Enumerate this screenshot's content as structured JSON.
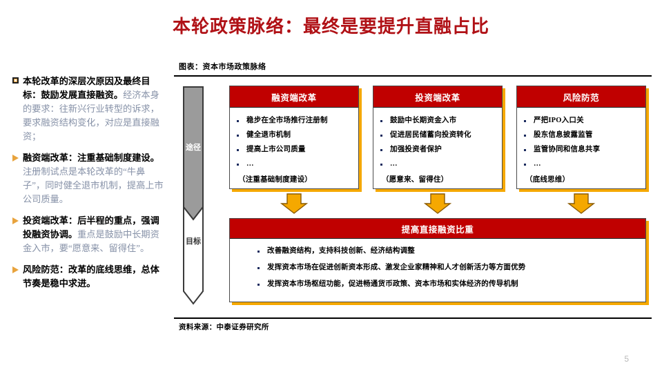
{
  "slide": {
    "title": "本轮政策脉络：最终是要提升直融占比",
    "page_number": "5",
    "title_color": "#B01116"
  },
  "sidebar": {
    "blocks": [
      {
        "bullet": "square-bullet",
        "strong": "本轮改革的深层次原因及最终目标：鼓励发展直接融资。",
        "body": "经济本身的要求：往新兴行业转型的诉求，要求融资结构变化，对应是直接融资；"
      },
      {
        "bullet": "triangle-bullet",
        "strong": "融资端改革：注重基础制度建设。",
        "body": "注册制试点是本轮改革的“牛鼻子”，同时健全退市机制，提高上市公司质量。"
      },
      {
        "bullet": "triangle-bullet",
        "strong": "投资端改革：后半程的重点，强调投融资协调。",
        "body": "重点是鼓励中长期资金入市，要“愿意来、留得住”。"
      },
      {
        "bullet": "triangle-bullet",
        "strong": "风险防范：改革的底线思维，总体节奏是稳中求进。",
        "body": ""
      }
    ]
  },
  "chart": {
    "caption": "图表：资本市场政策脉络",
    "source": "资料来源：中泰证券研究所",
    "path_arrow": {
      "top_label": "途径",
      "bottom_label": "目标",
      "top_fill": "#9B9B9B",
      "bottom_fill": "#FFFFFF"
    },
    "header_color": "#C00000",
    "shadow_color": "#F5A800",
    "top_boxes": [
      {
        "header": "融资端改革",
        "bullets": [
          "稳步在全市场推行注册制",
          "健全退市机制",
          "提高上市公司质量",
          "…"
        ],
        "footnote": "（注重基础制度建设）"
      },
      {
        "header": "投资端改革",
        "bullets": [
          "鼓励中长期资金入市",
          "促进居民储蓄向投资转化",
          "加强投资者保护",
          "…"
        ],
        "footnote": "（愿意来、留得住）"
      },
      {
        "header": "风险防范",
        "bullets": [
          "严把IPO入口关",
          "股东信息披露监管",
          "监管协同和信息共享",
          "…"
        ],
        "footnote": "（底线思维）"
      }
    ],
    "bottom_box": {
      "header": "提高直接融资比重",
      "bullets": [
        "改善融资结构，支持科技创新、经济结构调整",
        "发挥资本市场在促进创新资本形成、激发企业家精神和人才创新活力等方面优势",
        "发挥资本市场枢纽功能，促进畅通货币政策、资本市场和实体经济的传导机制"
      ]
    }
  }
}
